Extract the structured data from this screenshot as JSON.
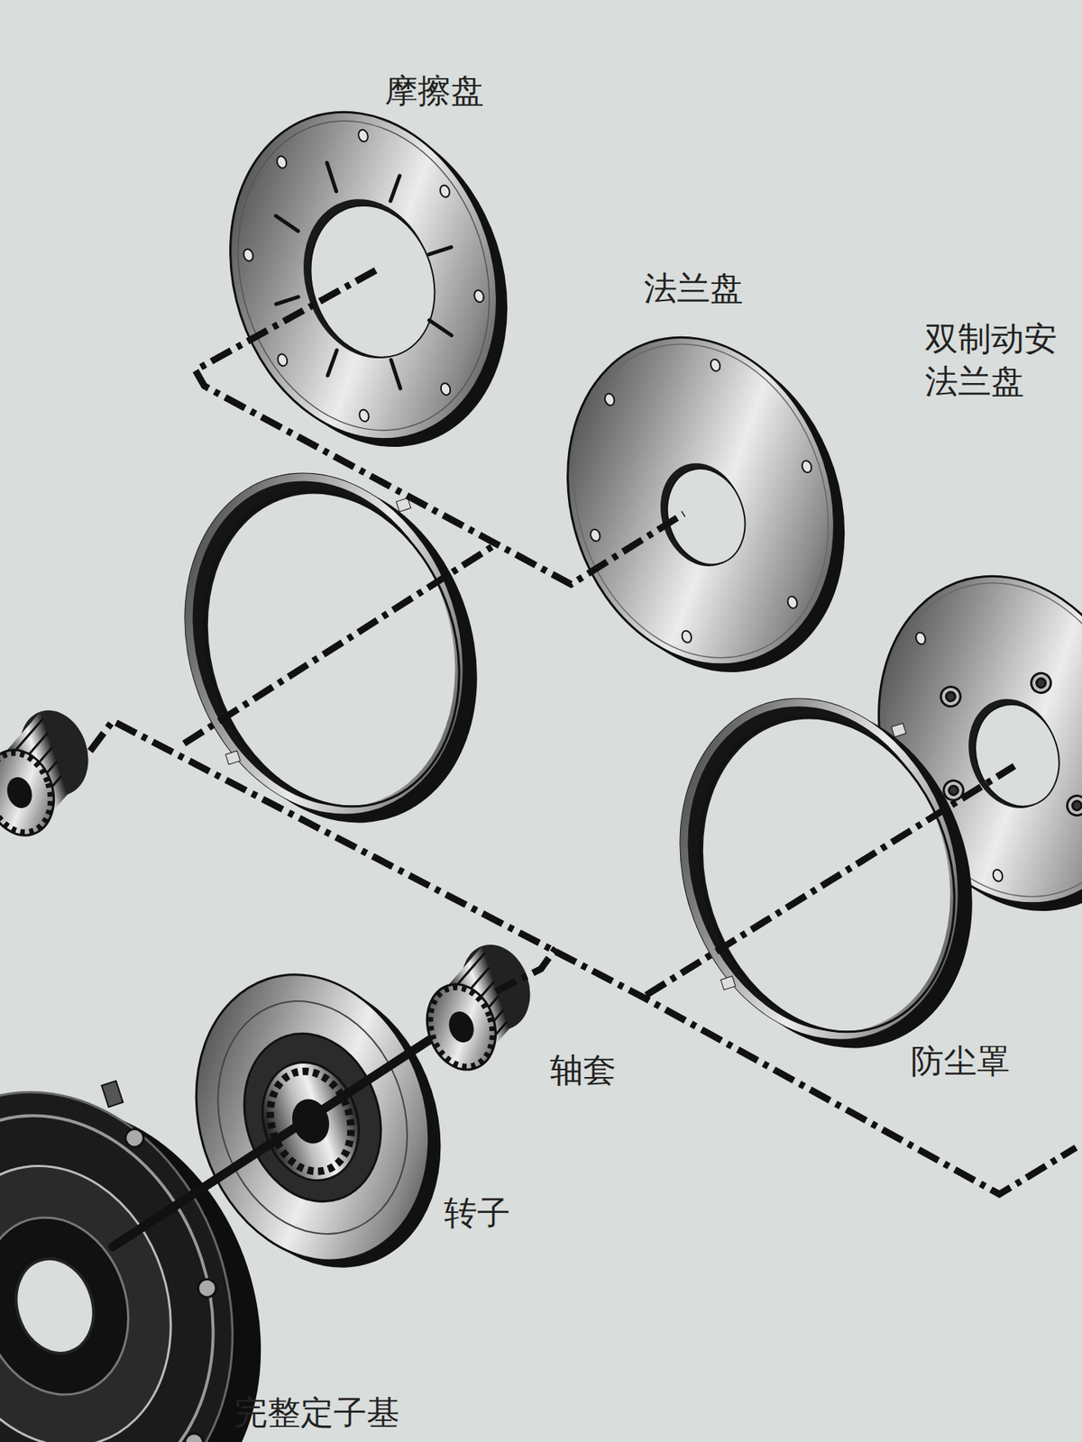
{
  "diagram": {
    "labels": [
      "摩擦盘",
      "法兰盘",
      "双制动安 法兰盘",
      "轴套",
      "防尘罩",
      "转子",
      "完整定子基"
    ]
  }
}
